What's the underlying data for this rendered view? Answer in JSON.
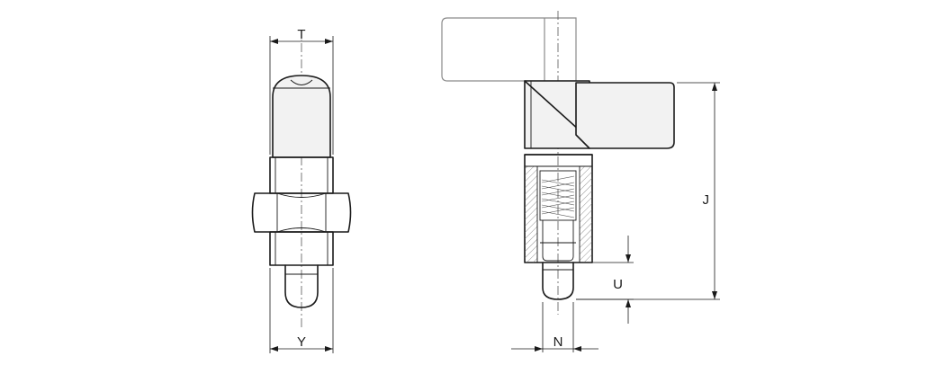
{
  "labels": {
    "T": "T",
    "Y": "Y",
    "N": "N",
    "U": "U",
    "J": "J"
  }
}
